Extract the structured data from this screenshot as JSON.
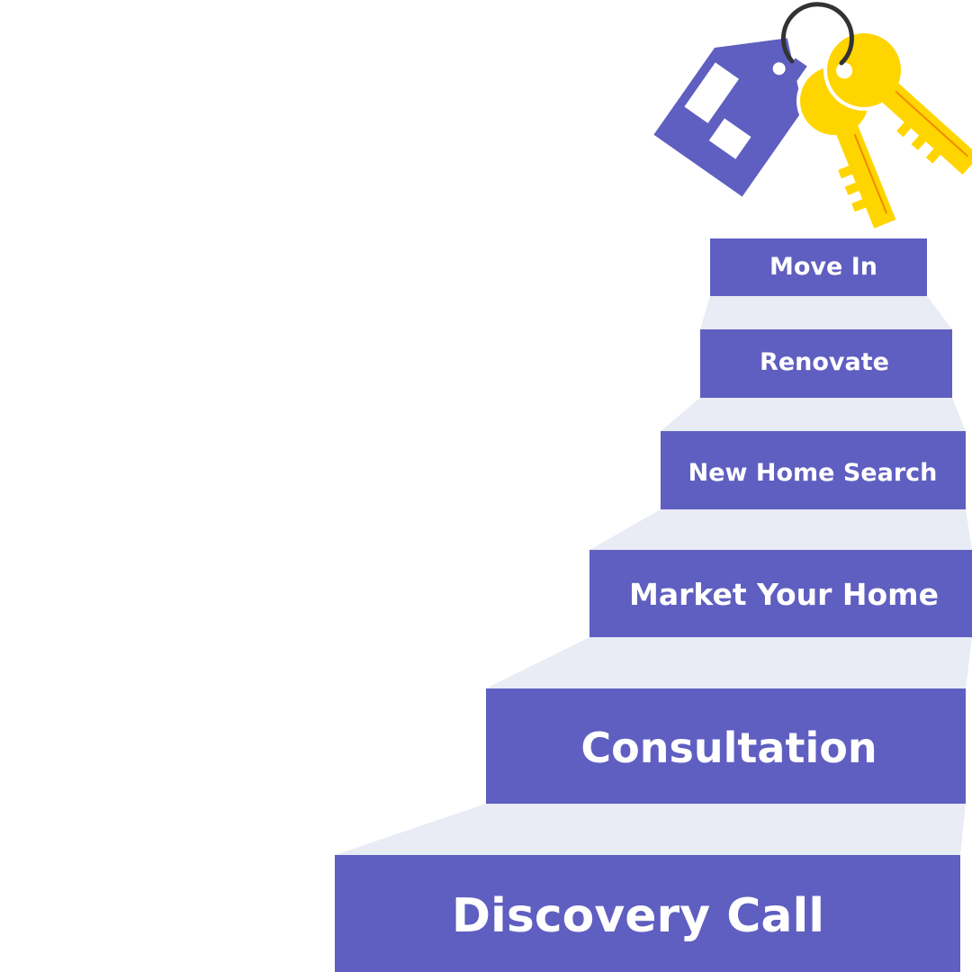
{
  "diagram": {
    "steps": [
      {
        "label": "Discovery Call"
      },
      {
        "label": "Consultation"
      },
      {
        "label": "Market Your Home"
      },
      {
        "label": "New Home Search"
      },
      {
        "label": "Renovate"
      },
      {
        "label": "Move In"
      }
    ],
    "colors": {
      "step_front": "#5f5fc1",
      "step_tread": "#e9ebf5",
      "key_gold": "#ffd500",
      "key_shadow": "#f2b800",
      "tag": "#5f5fc1",
      "ring": "#333333"
    },
    "icons": [
      "house-keychain-icon",
      "gold-key-icon",
      "key-ring-icon"
    ]
  }
}
